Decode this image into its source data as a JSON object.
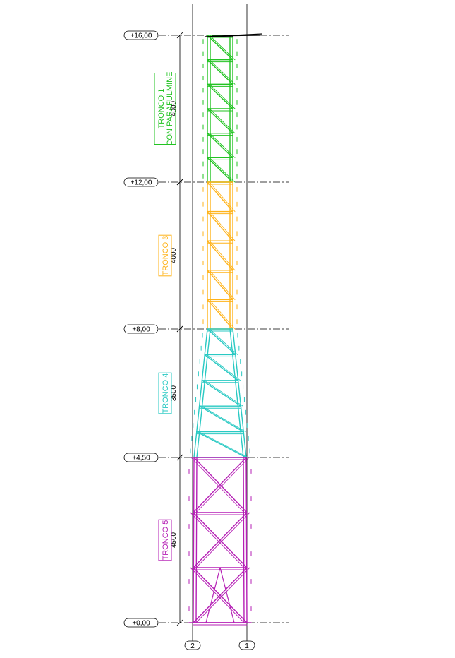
{
  "levels": [
    {
      "label": "+16,00",
      "z": 16.0
    },
    {
      "label": "+12,00",
      "z": 12.0
    },
    {
      "label": "+8,00",
      "z": 8.0
    },
    {
      "label": "+4,50",
      "z": 4.5
    },
    {
      "label": "+0,00",
      "z": 0.0
    }
  ],
  "dimensions": [
    {
      "label": "4000",
      "from": 12.0,
      "to": 16.0
    },
    {
      "label": "4000",
      "from": 8.0,
      "to": 12.0
    },
    {
      "label": "3500",
      "from": 4.5,
      "to": 8.0
    },
    {
      "label": "4500",
      "from": 0.0,
      "to": 4.5
    }
  ],
  "sections": [
    {
      "lines": [
        "TRONCO 1",
        "CON PARAFULMINE"
      ],
      "color": "#22c322",
      "from": 12.0,
      "to": 16.0,
      "panels": 6,
      "bracing": "diagonal",
      "top_width": 1.0
    },
    {
      "lines": [
        "TRONCO 3"
      ],
      "color": "#ffb31a",
      "from": 8.0,
      "to": 12.0,
      "panels": 5,
      "bracing": "diagonal",
      "top_width": 1.0
    },
    {
      "lines": [
        "TRONCO 4"
      ],
      "color": "#29c9c3",
      "from": 4.5,
      "to": 8.0,
      "panels": 5,
      "bracing": "diagonal",
      "top_width": 1.0
    },
    {
      "lines": [
        "TRONCO 5"
      ],
      "color": "#b51fb5",
      "from": 0.0,
      "to": 4.5,
      "panels": 3,
      "bracing": "cross",
      "top_width": 1.0
    }
  ],
  "axes": [
    {
      "label": "2"
    },
    {
      "label": "1"
    }
  ]
}
